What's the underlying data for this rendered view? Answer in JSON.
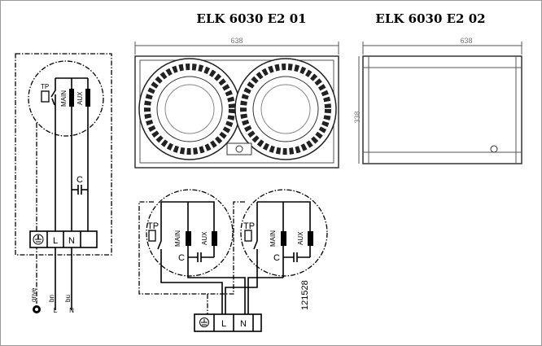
{
  "titles": {
    "model_01": "ELK 6030 E2 01",
    "model_02": "ELK 6030 E2 02"
  },
  "dimensions": {
    "front_width": "638",
    "side_width": "638",
    "side_height": "338"
  },
  "schematic": {
    "tp": "TP",
    "main": "MAIN",
    "aux": "AUX",
    "capacitor": "C",
    "terminals": [
      "L",
      "N"
    ],
    "wires": {
      "earth": "gnye",
      "live": "bn",
      "neutral": "bu"
    },
    "supply": [
      "L",
      "N"
    ]
  },
  "dual_schematic": {
    "tp": "TP",
    "main": "MAIN",
    "aux": "AUX",
    "capacitor": "C",
    "terminals": [
      "L",
      "N"
    ],
    "drawing_number": "121528"
  }
}
